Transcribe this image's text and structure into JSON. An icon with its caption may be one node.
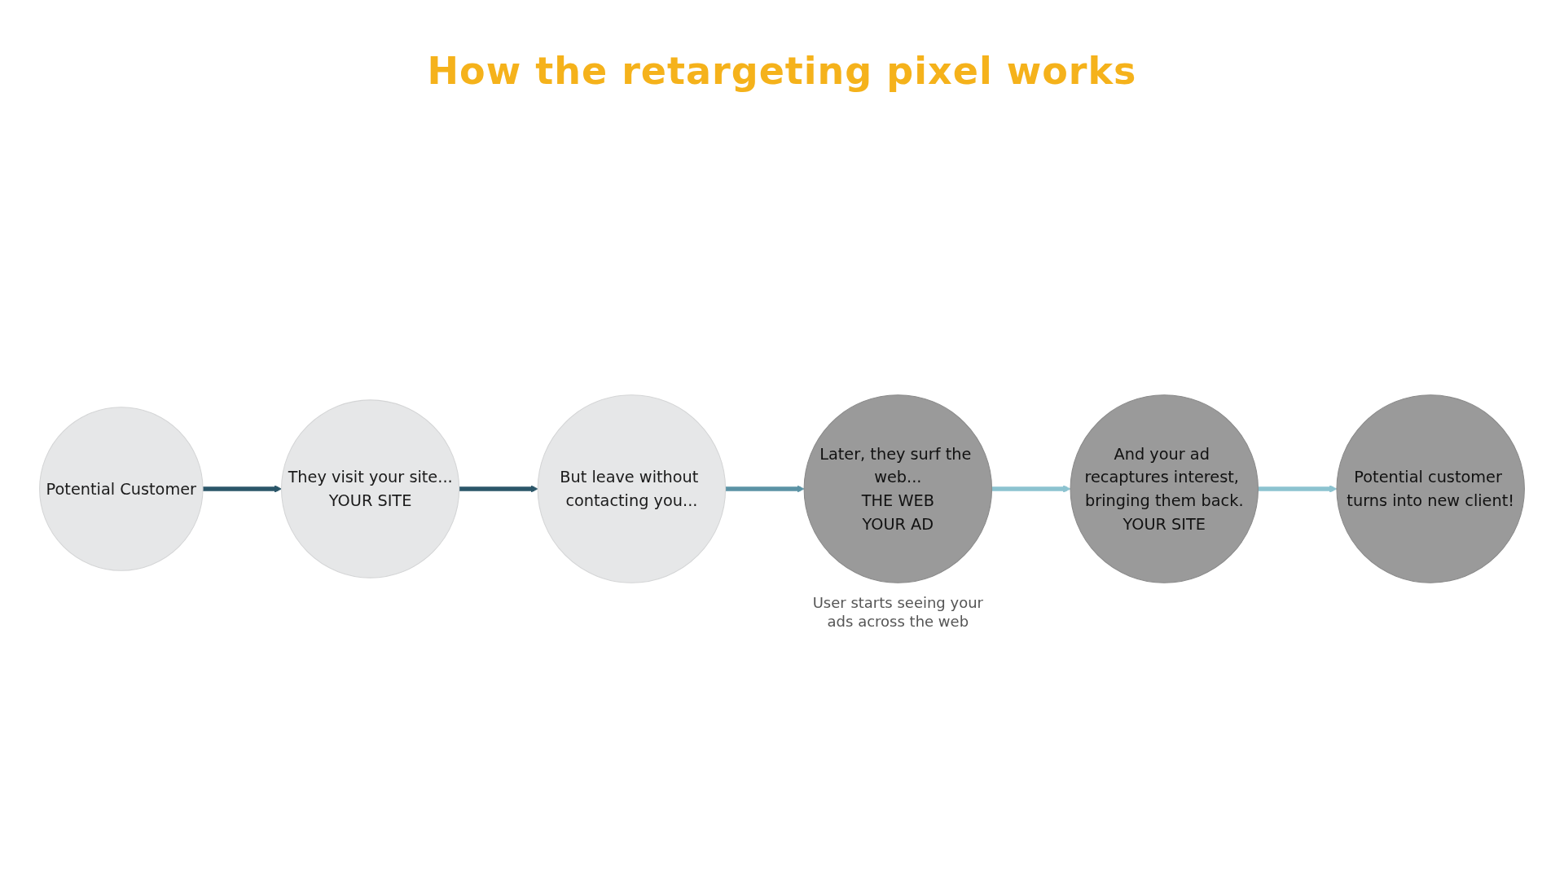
{
  "diagram": {
    "title": "How the retargeting pixel works",
    "nodes": [
      {
        "text": [
          "Potential Customer"
        ]
      },
      {
        "text": [
          "They visit your site...",
          "YOUR SITE"
        ]
      },
      {
        "text": [
          "But leave without contacting you..."
        ]
      },
      {
        "text": [
          "Potential customer turns into new client!"
        ]
      },
      {
        "text": [
          "And your ad recaptures interest, bringing them back.",
          "YOUR SITE"
        ]
      },
      {
        "text": [
          "Later, they surf the web...",
          "THE WEB",
          "YOUR AD"
        ],
        "beside": [
          "User starts seeing your ads across the web"
        ]
      }
    ],
    "edges": [
      {
        "from": 0,
        "to": 1,
        "arrow": "to",
        "color": "#2b5669"
      },
      {
        "from": 1,
        "to": 2,
        "arrow": "to",
        "color": "#2b5669"
      },
      {
        "from": 2,
        "to": 5,
        "arrow": "to",
        "color": "#5b93a5"
      },
      {
        "from": 5,
        "to": 4,
        "arrow": "to",
        "color": "#8cc3d0"
      },
      {
        "from": 4,
        "to": 3,
        "arrow": "to",
        "color": "#8cc3d0"
      }
    ]
  }
}
